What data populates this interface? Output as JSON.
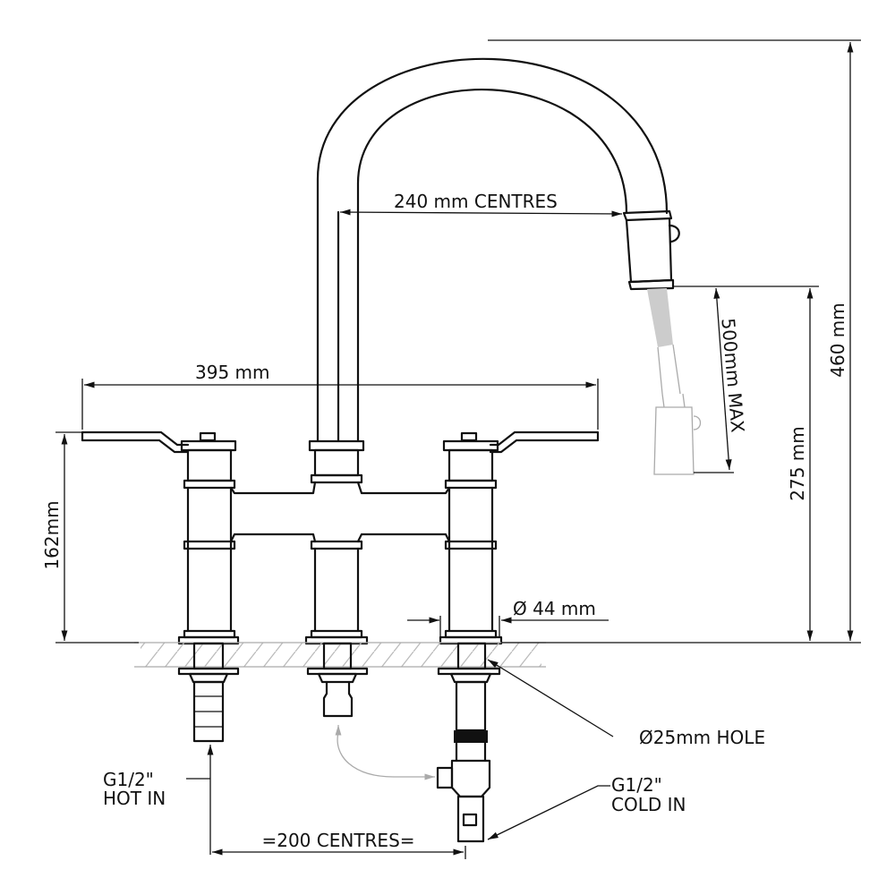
{
  "dimensions": {
    "spout_centres": "240 mm CENTRES",
    "width": "395 mm",
    "total_height": "460 mm",
    "spout_height": "275 mm",
    "pullout": "500mm MAX",
    "body_height": "162mm",
    "body_diameter": "Ø 44 mm",
    "hole": "Ø25mm HOLE",
    "inlet_centres": "=200  CENTRES="
  },
  "inlets": {
    "hot_line1": "G1/2\"",
    "hot_line2": "HOT IN",
    "cold_line1": "G1/2\"",
    "cold_line2": "COLD IN"
  }
}
